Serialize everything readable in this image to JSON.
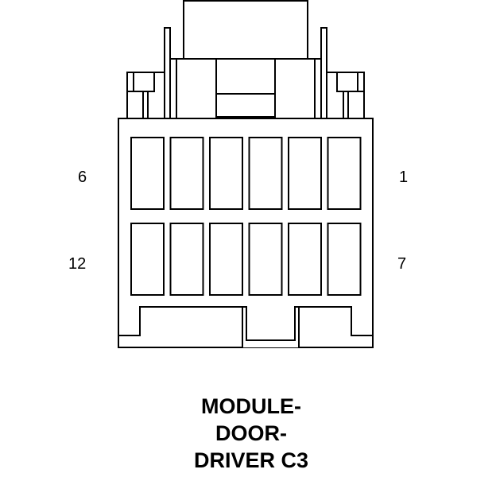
{
  "diagram": {
    "pin_labels": {
      "top_left": "6",
      "top_right": "1",
      "bottom_left": "12",
      "bottom_right": "7"
    },
    "title_lines": [
      "MODULE-",
      "DOOR-",
      "DRIVER C3"
    ],
    "colors": {
      "stroke": "#000000",
      "fill": "#ffffff"
    },
    "cavity_rows": 2,
    "cavities_per_row": 6
  }
}
